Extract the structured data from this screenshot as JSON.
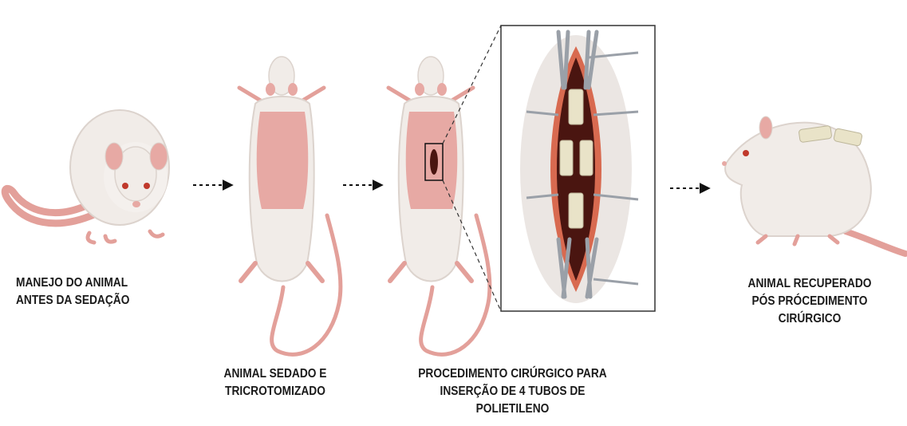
{
  "steps": [
    {
      "lines": [
        "MANEJO DO ANIMAL",
        "ANTES DA SEDAÇÃO"
      ]
    },
    {
      "lines": [
        "ANIMAL SEDADO E",
        "TRICROTOMIZADO"
      ]
    },
    {
      "lines": [
        "PROCEDIMENTO CIRÚRGICO PARA",
        "INSERÇÃO DE 4 TUBOS DE",
        "POLIETILENO"
      ]
    },
    {
      "lines": [
        "ANIMAL RECUPERADO",
        "PÓS PRÓCEDIMENTO",
        "CIRÚRGICO"
      ]
    }
  ],
  "colors": {
    "fur": "#f1ece8",
    "fur_shade": "#dcd3cd",
    "skin_pink": "#e7a9a4",
    "tail": "#e3a09a",
    "eye": "#c0392b",
    "incision": "#4a1510",
    "tube": "#e9e3c8",
    "clamp": "#9aa0a8",
    "text": "#1a1a1a"
  },
  "icons": [
    "rat-icon",
    "arrow-right-icon",
    "sedated-rat-icon",
    "surgical-detail-icon",
    "recovered-rat-icon"
  ]
}
